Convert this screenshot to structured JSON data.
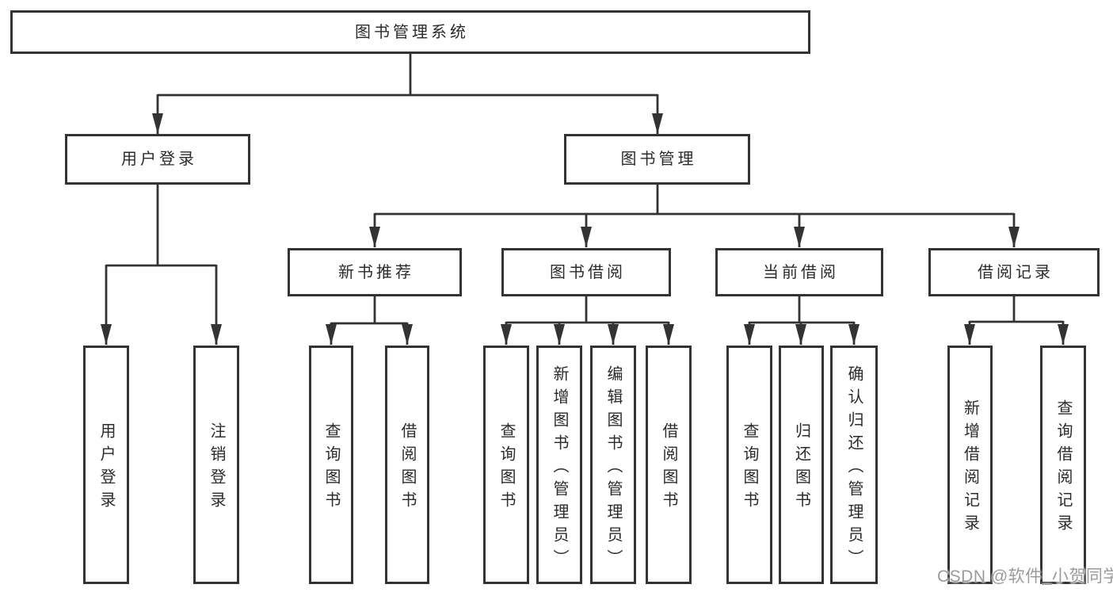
{
  "colors": {
    "line": "#333333",
    "box_border": "#333333",
    "text": "#2b2b2b",
    "background": "#ffffff",
    "watermark": "#9b9b9b"
  },
  "watermark": "CSDN @软件_小贺同学",
  "diagram": {
    "root": {
      "label": "图书管理系统"
    },
    "branches": [
      {
        "label": "用户登录",
        "children": [
          {
            "label": "用户登录"
          },
          {
            "label": "注销登录"
          }
        ]
      },
      {
        "label": "图书管理",
        "sections": [
          {
            "label": "新书推荐",
            "children": [
              {
                "label": "查询图书"
              },
              {
                "label": "借阅图书"
              }
            ]
          },
          {
            "label": "图书借阅",
            "children": [
              {
                "label": "查询图书"
              },
              {
                "label": "新增图书（管理员）"
              },
              {
                "label": "编辑图书（管理员）"
              },
              {
                "label": "借阅图书"
              }
            ]
          },
          {
            "label": "当前借阅",
            "children": [
              {
                "label": "查询图书"
              },
              {
                "label": "归还图书"
              },
              {
                "label": "确认归还（管理员）"
              }
            ]
          },
          {
            "label": "借阅记录",
            "children": [
              {
                "label": "新增借阅记录"
              },
              {
                "label": "查询借阅记录"
              }
            ]
          }
        ]
      }
    ]
  }
}
